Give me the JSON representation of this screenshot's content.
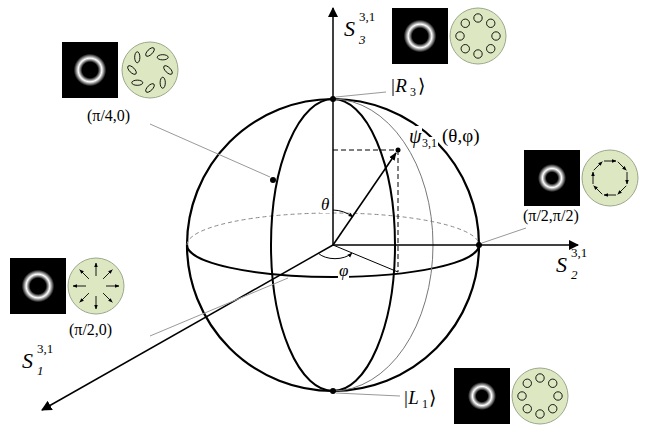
{
  "diagram": {
    "labels": [
      "S",
      "3",
      "3,1",
      "|R",
      "3",
      "⟩",
      "ψ",
      "3,1",
      "(θ,φ)",
      "θ",
      "φ",
      "(π/4,0)",
      "(π/2,0)",
      "(π/2,π/2)",
      "S",
      "2",
      "3,1",
      "S",
      "1",
      "3,1",
      "|L",
      "1",
      "⟩"
    ]
  }
}
